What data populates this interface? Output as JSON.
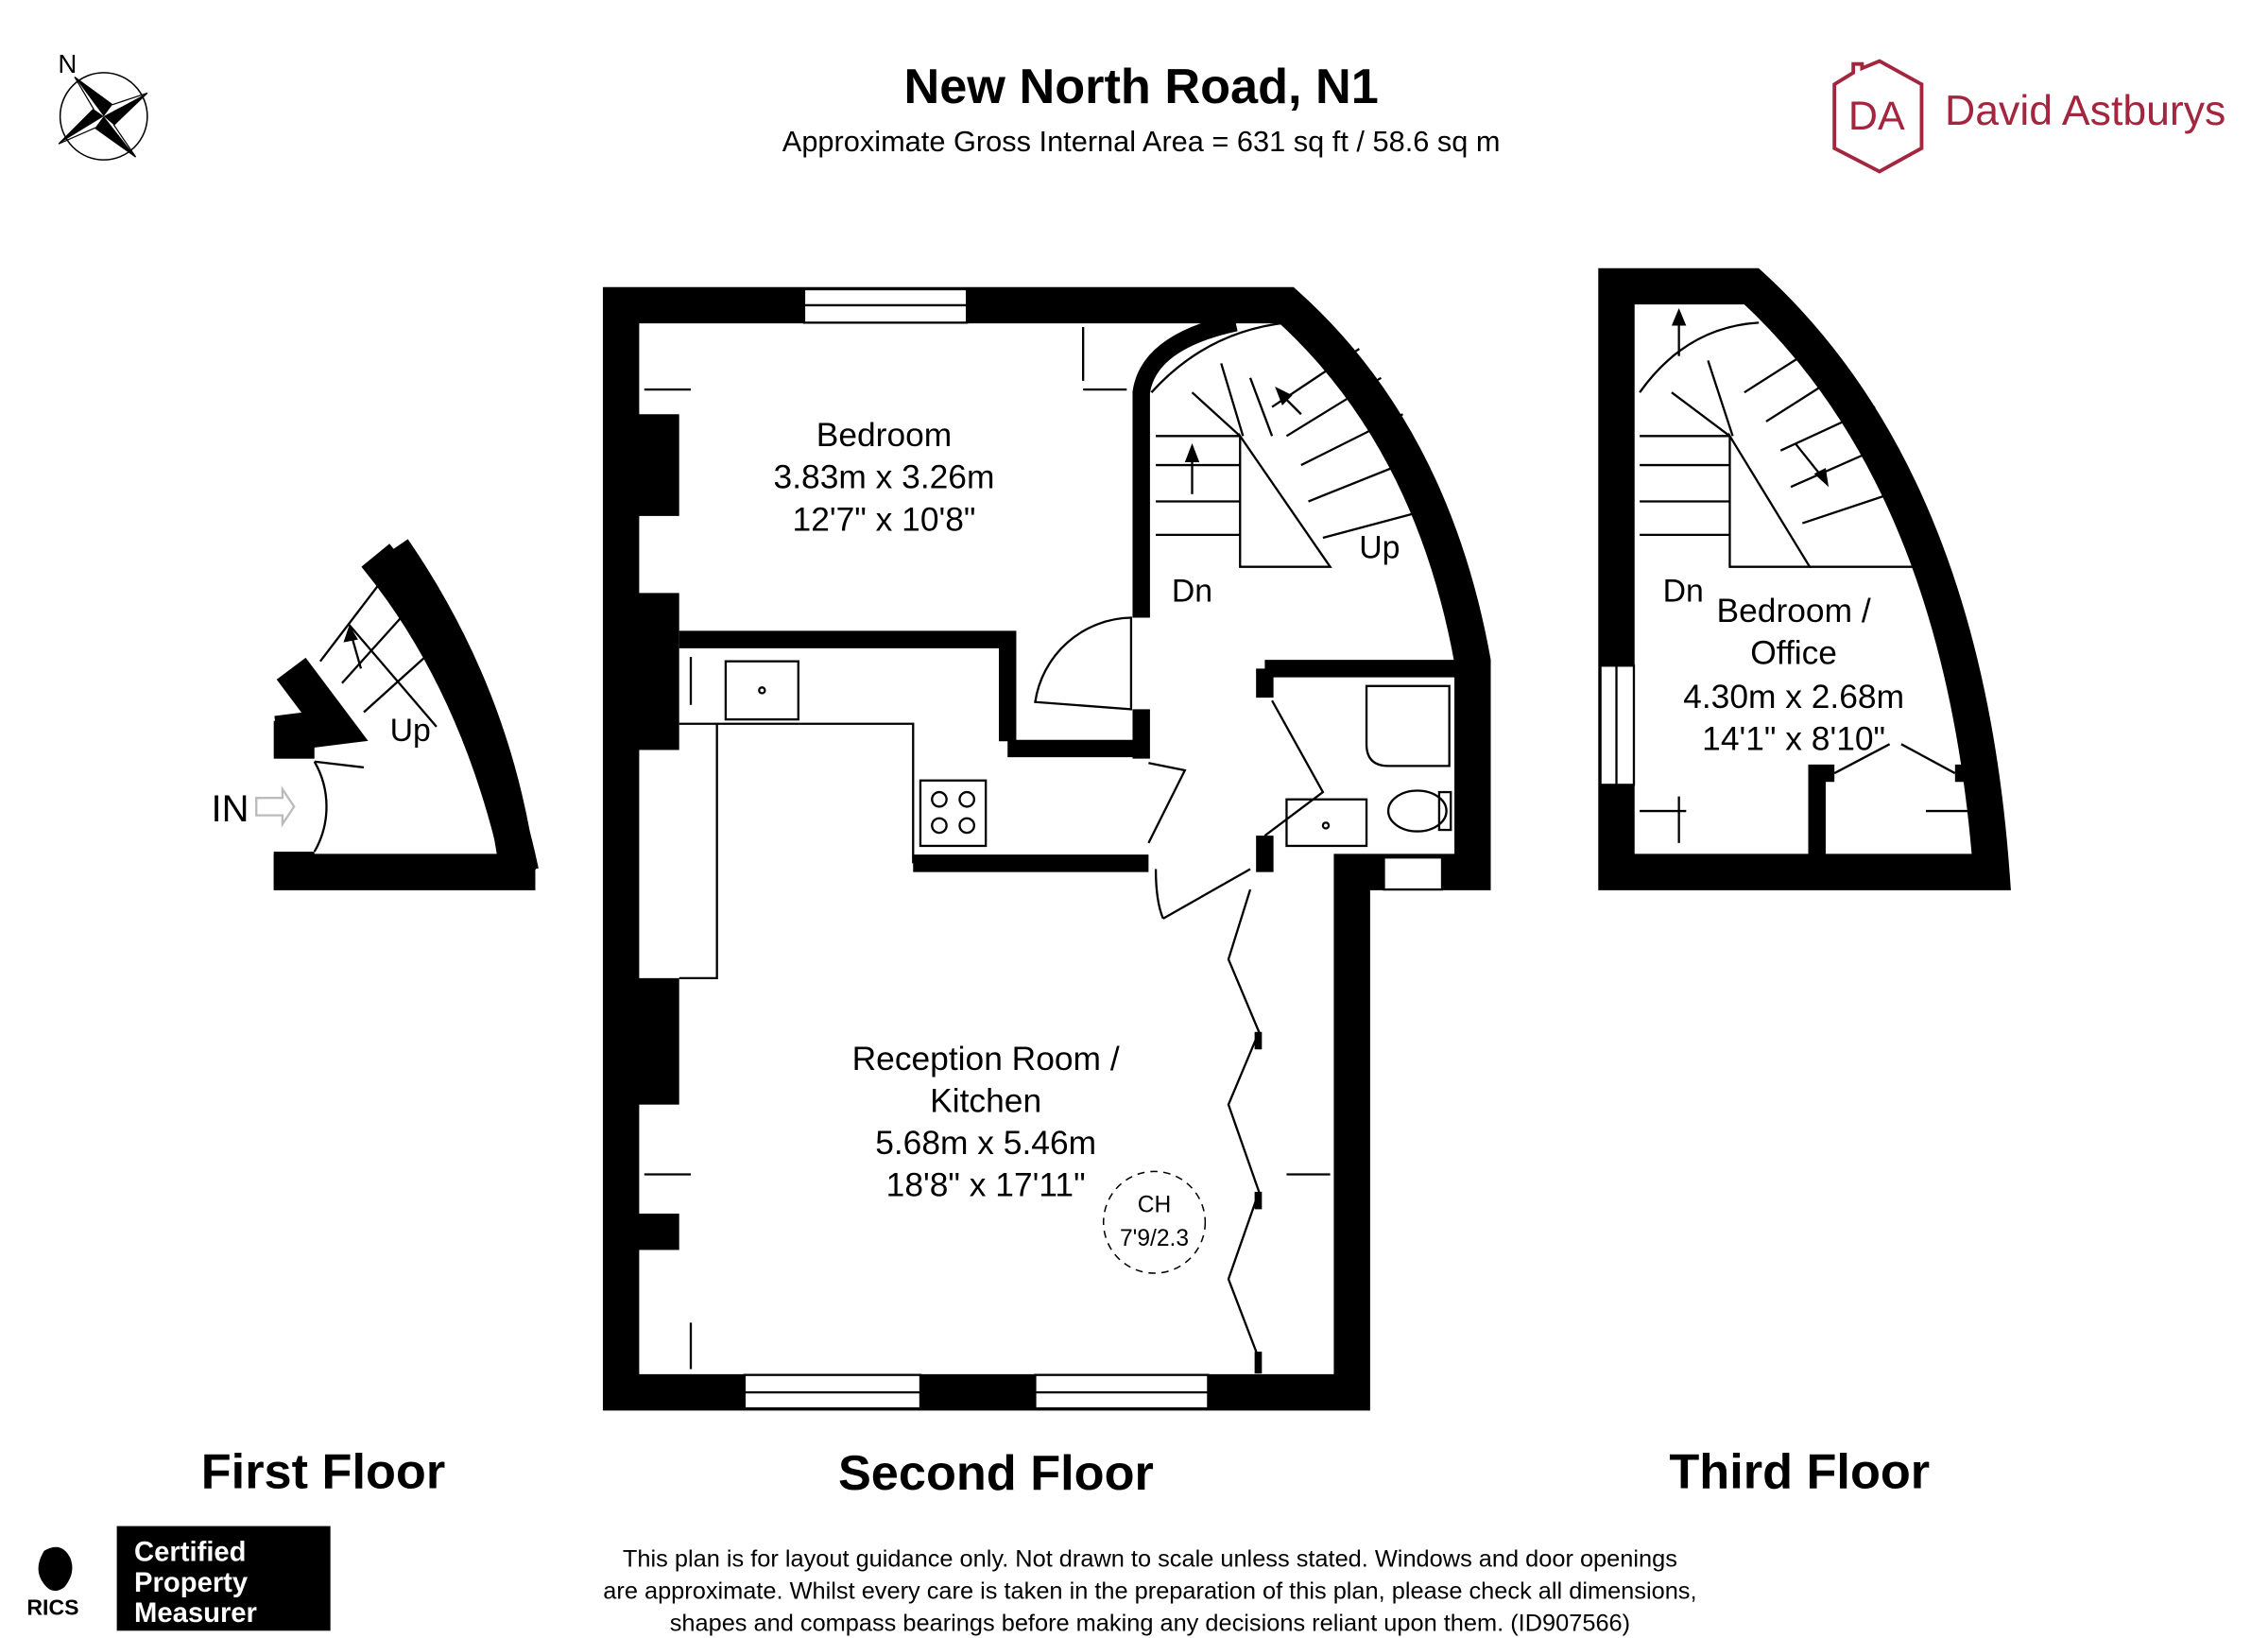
{
  "header": {
    "title": "New North Road, N1",
    "subtitle": "Approximate Gross Internal Area = 631 sq ft / 58.6 sq m"
  },
  "compass": {
    "label": "N",
    "icon": "compass-rose-icon"
  },
  "logo": {
    "monogram": "DA",
    "name": "David Astburys",
    "color": "#a3263f"
  },
  "floors": {
    "first": {
      "label": "First Floor",
      "stair_label": "Up",
      "entrance_label": "IN"
    },
    "second": {
      "label": "Second Floor",
      "bedroom": {
        "name": "Bedroom",
        "metric": "3.83m x 3.26m",
        "imperial": "12'7\" x 10'8\""
      },
      "reception": {
        "name_line1": "Reception Room /",
        "name_line2": "Kitchen",
        "metric": "5.68m x 5.46m",
        "imperial": "18'8\" x 17'11\""
      },
      "ceiling_height": {
        "label": "CH",
        "value": "7'9/2.3"
      },
      "stair_down": "Dn",
      "stair_up": "Up"
    },
    "third": {
      "label": "Third Floor",
      "room": {
        "name_line1": "Bedroom /",
        "name_line2": "Office",
        "metric": "4.30m x 2.68m",
        "imperial": "14'1\" x 8'10\""
      },
      "stair_down": "Dn"
    }
  },
  "footer": {
    "rics": "RICS",
    "certified": [
      "Certified",
      "Property",
      "Measurer"
    ],
    "disclaimer": [
      "This plan is for layout guidance only. Not drawn to scale unless stated. Windows and door openings",
      "are approximate. Whilst every care is taken in the preparation of this plan, please check all dimensions,",
      "shapes and compass bearings before making any decisions reliant upon them. (ID907566)"
    ]
  }
}
